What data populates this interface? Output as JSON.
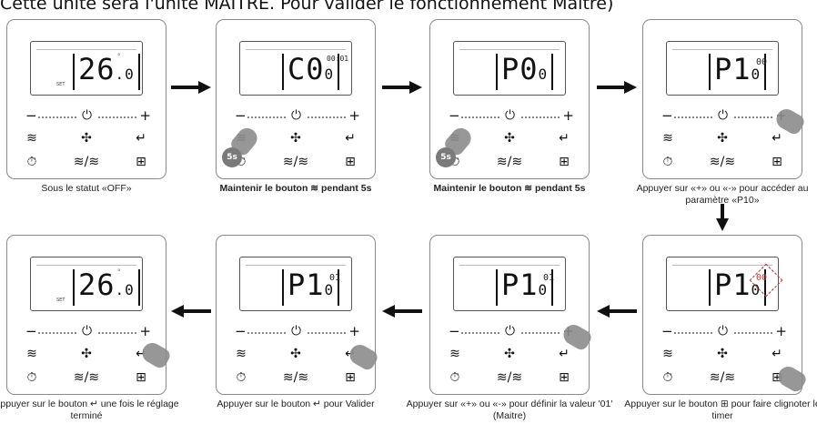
{
  "heading": "Cette unité sera l'unité MAITRE. Pour valider le fonctionnement Maître)",
  "controls": {
    "minus": "−",
    "plus": "+",
    "power_glyph": "⏻",
    "icon_mode": "≋",
    "icon_fan": "✣",
    "icon_enter": "↵",
    "icon_timer": "⏱",
    "icon_swing": "≋/≋",
    "icon_grid": "⊞",
    "set_label": "SET",
    "badge": "5s"
  },
  "steps": [
    {
      "display": "26",
      "decimal": ".0",
      "aux": "",
      "caption": "Sous le statut «OFF»"
    },
    {
      "display": "C0",
      "decimal": "0",
      "aux": "00:01",
      "caption": "Maintenir le bouton ≋ pendant 5s"
    },
    {
      "display": "P0",
      "decimal": "0",
      "aux": "",
      "caption": "Maintenir le bouton ≋ pendant 5s"
    },
    {
      "display": "P1",
      "decimal": "0",
      "aux": "00",
      "caption": "Appuyer sur «+» ou «-» pour accéder au paramètre «P10»"
    },
    {
      "display": "P1",
      "decimal": "0",
      "aux": "00",
      "caption": "Appuyer sur le bouton ⊞ pour faire clignoter le timer"
    },
    {
      "display": "P1",
      "decimal": "0",
      "aux": "01",
      "caption": "Appuyer sur «+» ou «-» pour définir la valeur '01' (Maitre)"
    },
    {
      "display": "P1",
      "decimal": "0",
      "aux": "01",
      "caption": "Appuyer sur le bouton ↵ pour Valider"
    },
    {
      "display": "26",
      "decimal": ".0",
      "aux": "",
      "caption": "Appuyer sur le bouton ↵ une fois le réglage terminé"
    }
  ]
}
